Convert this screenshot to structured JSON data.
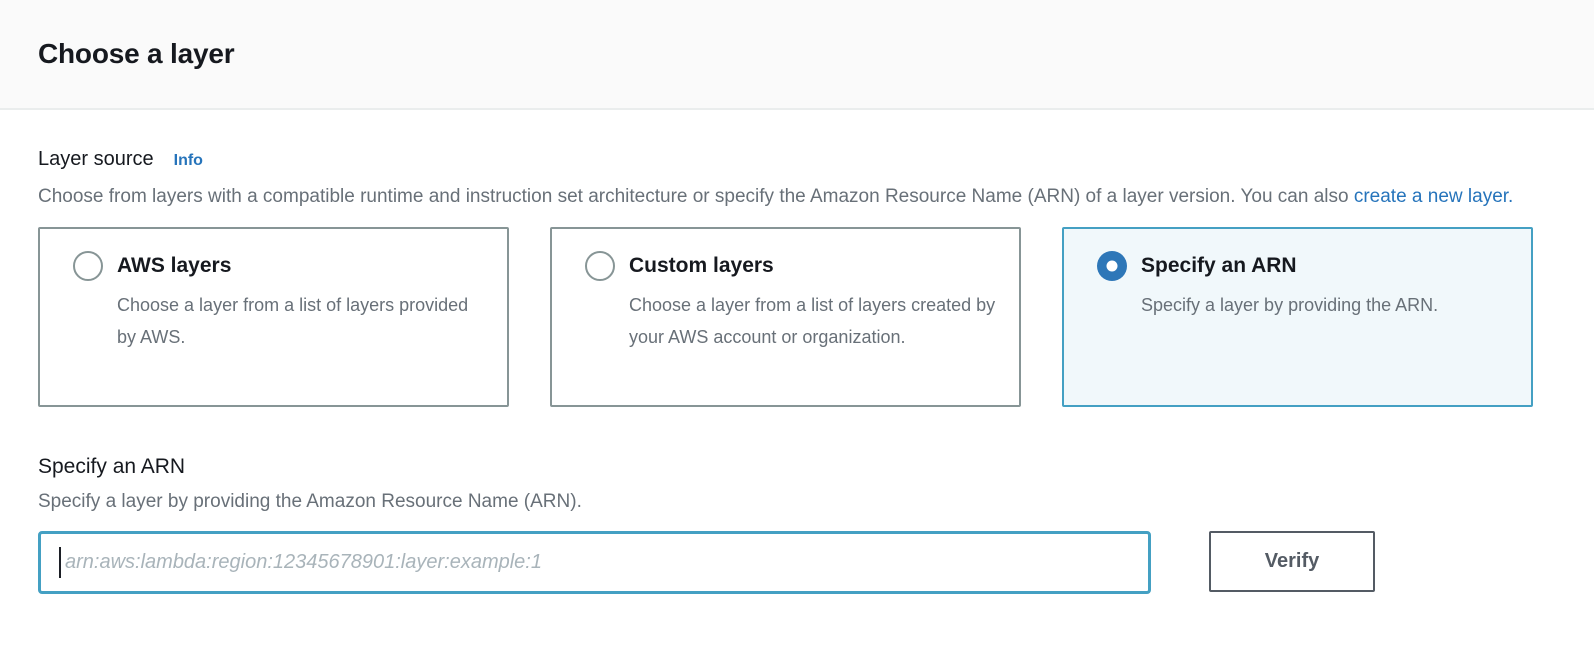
{
  "header": {
    "title": "Choose a layer"
  },
  "layer_source": {
    "label": "Layer source",
    "info_label": "Info",
    "description_text": "Choose from layers with a compatible runtime and instruction set architecture or specify the Amazon Resource Name (ARN) of a layer version. You can also ",
    "create_link_label": "create a new layer."
  },
  "tiles": [
    {
      "title": "AWS layers",
      "description": "Choose a layer from a list of layers provided by AWS.",
      "selected": false
    },
    {
      "title": "Custom layers",
      "description": "Choose a layer from a list of layers created by your AWS account or organization.",
      "selected": false
    },
    {
      "title": "Specify an ARN",
      "description": "Specify a layer by providing the ARN.",
      "selected": true
    }
  ],
  "arn_section": {
    "title": "Specify an ARN",
    "description": "Specify a layer by providing the Amazon Resource Name (ARN).",
    "input_value": "",
    "input_placeholder": "arn:aws:lambda:region:12345678901:layer:example:1",
    "verify_label": "Verify"
  },
  "colors": {
    "accent_blue": "#44a0c3",
    "link_blue": "#2674bb",
    "radio_blue": "#2e77b8",
    "selected_bg": "#f1f8fb",
    "tile_border": "#879596",
    "heading_text": "#16191f",
    "body_gray": "#687078",
    "button_gray": "#545b64",
    "header_bg": "#fafafa",
    "header_border": "#eaeded",
    "placeholder_gray": "#a9b4ba"
  }
}
